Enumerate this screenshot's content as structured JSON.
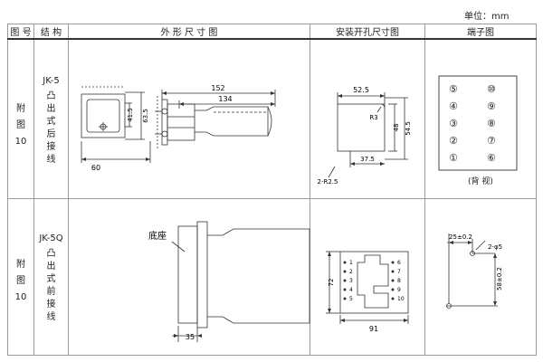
{
  "unit_label": "单位：mm",
  "headers": {
    "fig_no": "图 号",
    "structure": "结 构",
    "outline": "外 形 尺 寸 图",
    "cutout": "安装开孔尺寸图",
    "terminal": "端子图"
  },
  "rows": [
    {
      "fig_chars": [
        "附",
        "图",
        "10"
      ],
      "model": "JK-5",
      "structure_chars": [
        "凸",
        "出",
        "式",
        "后",
        "接",
        "线"
      ],
      "outline_dims": {
        "d152": "152",
        "d134": "134",
        "d41_5": "41.5",
        "d63_5": "63.5",
        "d60": "60"
      },
      "cutout_dims": {
        "d52_5": "52.5",
        "r3": "R3",
        "d48": "48",
        "d54_5": "54.5",
        "d37_5": "37.5",
        "r2_5": "2-R2.5"
      },
      "terminals": [
        "⑤",
        "⑩",
        "④",
        "⑨",
        "③",
        "⑧",
        "②",
        "⑦",
        "①",
        "⑥"
      ],
      "terminal_note": "(背 视)"
    },
    {
      "fig_chars": [
        "附",
        "图",
        "10"
      ],
      "model": "JK-5Q",
      "structure_chars": [
        "凸",
        "出",
        "式",
        "前",
        "接",
        "线"
      ],
      "outline_dims": {
        "base_label": "底座",
        "d35": "35"
      },
      "cutout_dims": {
        "d72": "72",
        "d91": "91",
        "left_nums": [
          "1",
          "2",
          "3",
          "4",
          "5"
        ],
        "right_nums": [
          "6",
          "7",
          "8",
          "9",
          "10"
        ]
      },
      "terminal_dims": {
        "d25": "25±0.2",
        "d_phi5": "2-φ5",
        "d58": "58±0.2"
      }
    }
  ]
}
